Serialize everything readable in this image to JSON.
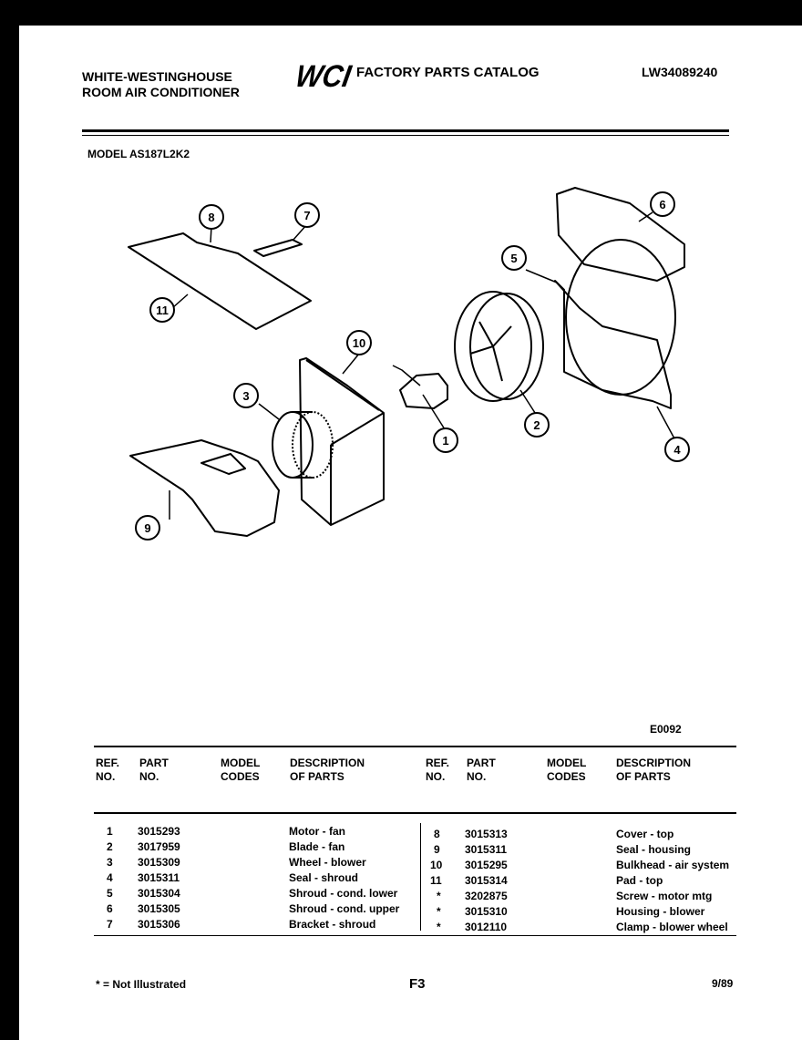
{
  "header": {
    "brand_line1": "WHITE-WESTINGHOUSE",
    "brand_line2": "ROOM AIR CONDITIONER",
    "logo_text": "WCI",
    "catalog_title": "FACTORY PARTS CATALOG",
    "catalog_number": "LW34089240",
    "model": "MODEL AS187L2K2"
  },
  "diagram": {
    "code": "E0092",
    "callouts": [
      "1",
      "2",
      "3",
      "4",
      "5",
      "6",
      "7",
      "8",
      "9",
      "10",
      "11"
    ]
  },
  "table": {
    "headers": {
      "ref": [
        "REF.",
        "NO."
      ],
      "part": [
        "PART",
        "NO."
      ],
      "model": [
        "MODEL",
        "CODES"
      ],
      "desc": [
        "DESCRIPTION",
        "OF PARTS"
      ]
    },
    "left_rows": [
      {
        "ref": "1",
        "part": "3015293",
        "model": "",
        "desc": "Motor - fan"
      },
      {
        "ref": "2",
        "part": "3017959",
        "model": "",
        "desc": "Blade - fan"
      },
      {
        "ref": "3",
        "part": "3015309",
        "model": "",
        "desc": "Wheel - blower"
      },
      {
        "ref": "4",
        "part": "3015311",
        "model": "",
        "desc": "Seal - shroud"
      },
      {
        "ref": "5",
        "part": "3015304",
        "model": "",
        "desc": "Shroud - cond. lower"
      },
      {
        "ref": "6",
        "part": "3015305",
        "model": "",
        "desc": "Shroud - cond. upper"
      },
      {
        "ref": "7",
        "part": "3015306",
        "model": "",
        "desc": "Bracket - shroud"
      }
    ],
    "right_rows": [
      {
        "ref": "8",
        "part": "3015313",
        "model": "",
        "desc": "Cover - top"
      },
      {
        "ref": "9",
        "part": "3015311",
        "model": "",
        "desc": "Seal - housing"
      },
      {
        "ref": "10",
        "part": "3015295",
        "model": "",
        "desc": "Bulkhead - air system"
      },
      {
        "ref": "11",
        "part": "3015314",
        "model": "",
        "desc": "Pad - top"
      },
      {
        "ref": "*",
        "part": "3202875",
        "model": "",
        "desc": "Screw - motor mtg"
      },
      {
        "ref": "*",
        "part": "3015310",
        "model": "",
        "desc": "Housing - blower"
      },
      {
        "ref": "*",
        "part": "3012110",
        "model": "",
        "desc": "Clamp - blower wheel"
      }
    ]
  },
  "footer": {
    "note": "* = Not Illustrated",
    "page": "F3",
    "date": "9/89"
  }
}
